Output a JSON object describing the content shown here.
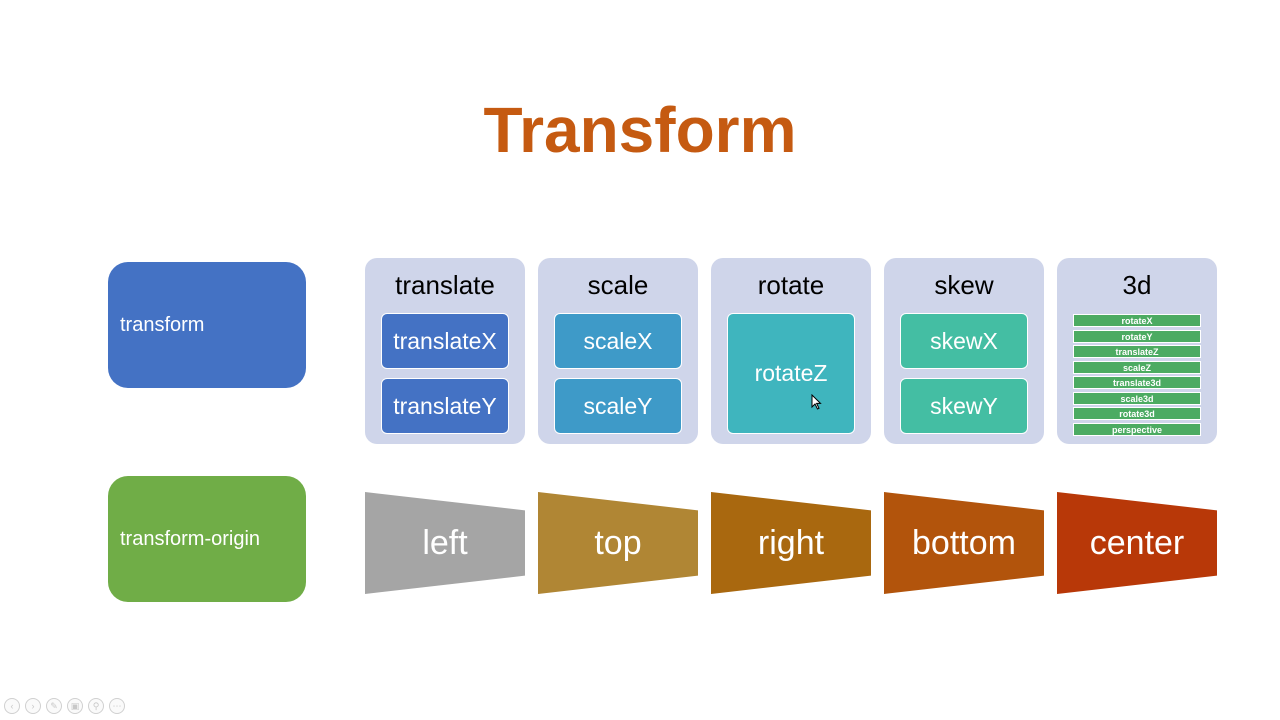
{
  "slide": {
    "title": "Transform",
    "rows": {
      "transform_label": "transform",
      "origin_label": "transform-origin"
    },
    "groups": [
      {
        "label": "translate",
        "items": [
          "translateX",
          "translateY"
        ]
      },
      {
        "label": "scale",
        "items": [
          "scaleX",
          "scaleY"
        ]
      },
      {
        "label": "rotate",
        "items": [
          "rotateZ"
        ]
      },
      {
        "label": "skew",
        "items": [
          "skewX",
          "skewY"
        ]
      },
      {
        "label": "3d",
        "items": [
          "rotateX",
          "rotateY",
          "translateZ",
          "scaleZ",
          "translate3d",
          "scale3d",
          "rotate3d",
          "perspective"
        ]
      }
    ],
    "origins": [
      "left",
      "top",
      "right",
      "bottom",
      "center"
    ]
  },
  "colors": {
    "title": "#c55a11",
    "transform_row": "#4472c4",
    "origin_row": "#70ad47",
    "group_bg": "#cfd5ea",
    "translate": "#4472c4",
    "scale": "#3e9ac8",
    "rotate": "#3fb5be",
    "skew": "#44bea3",
    "threed": "#4cab62",
    "origin_left": "#a5a5a5",
    "origin_top": "#b08634",
    "origin_right": "#a9680f",
    "origin_bottom": "#b2540c",
    "origin_center": "#b83808"
  },
  "toolbar_icons": [
    "prev-icon",
    "next-icon",
    "pen-icon",
    "slides-icon",
    "zoom-icon",
    "more-icon"
  ]
}
